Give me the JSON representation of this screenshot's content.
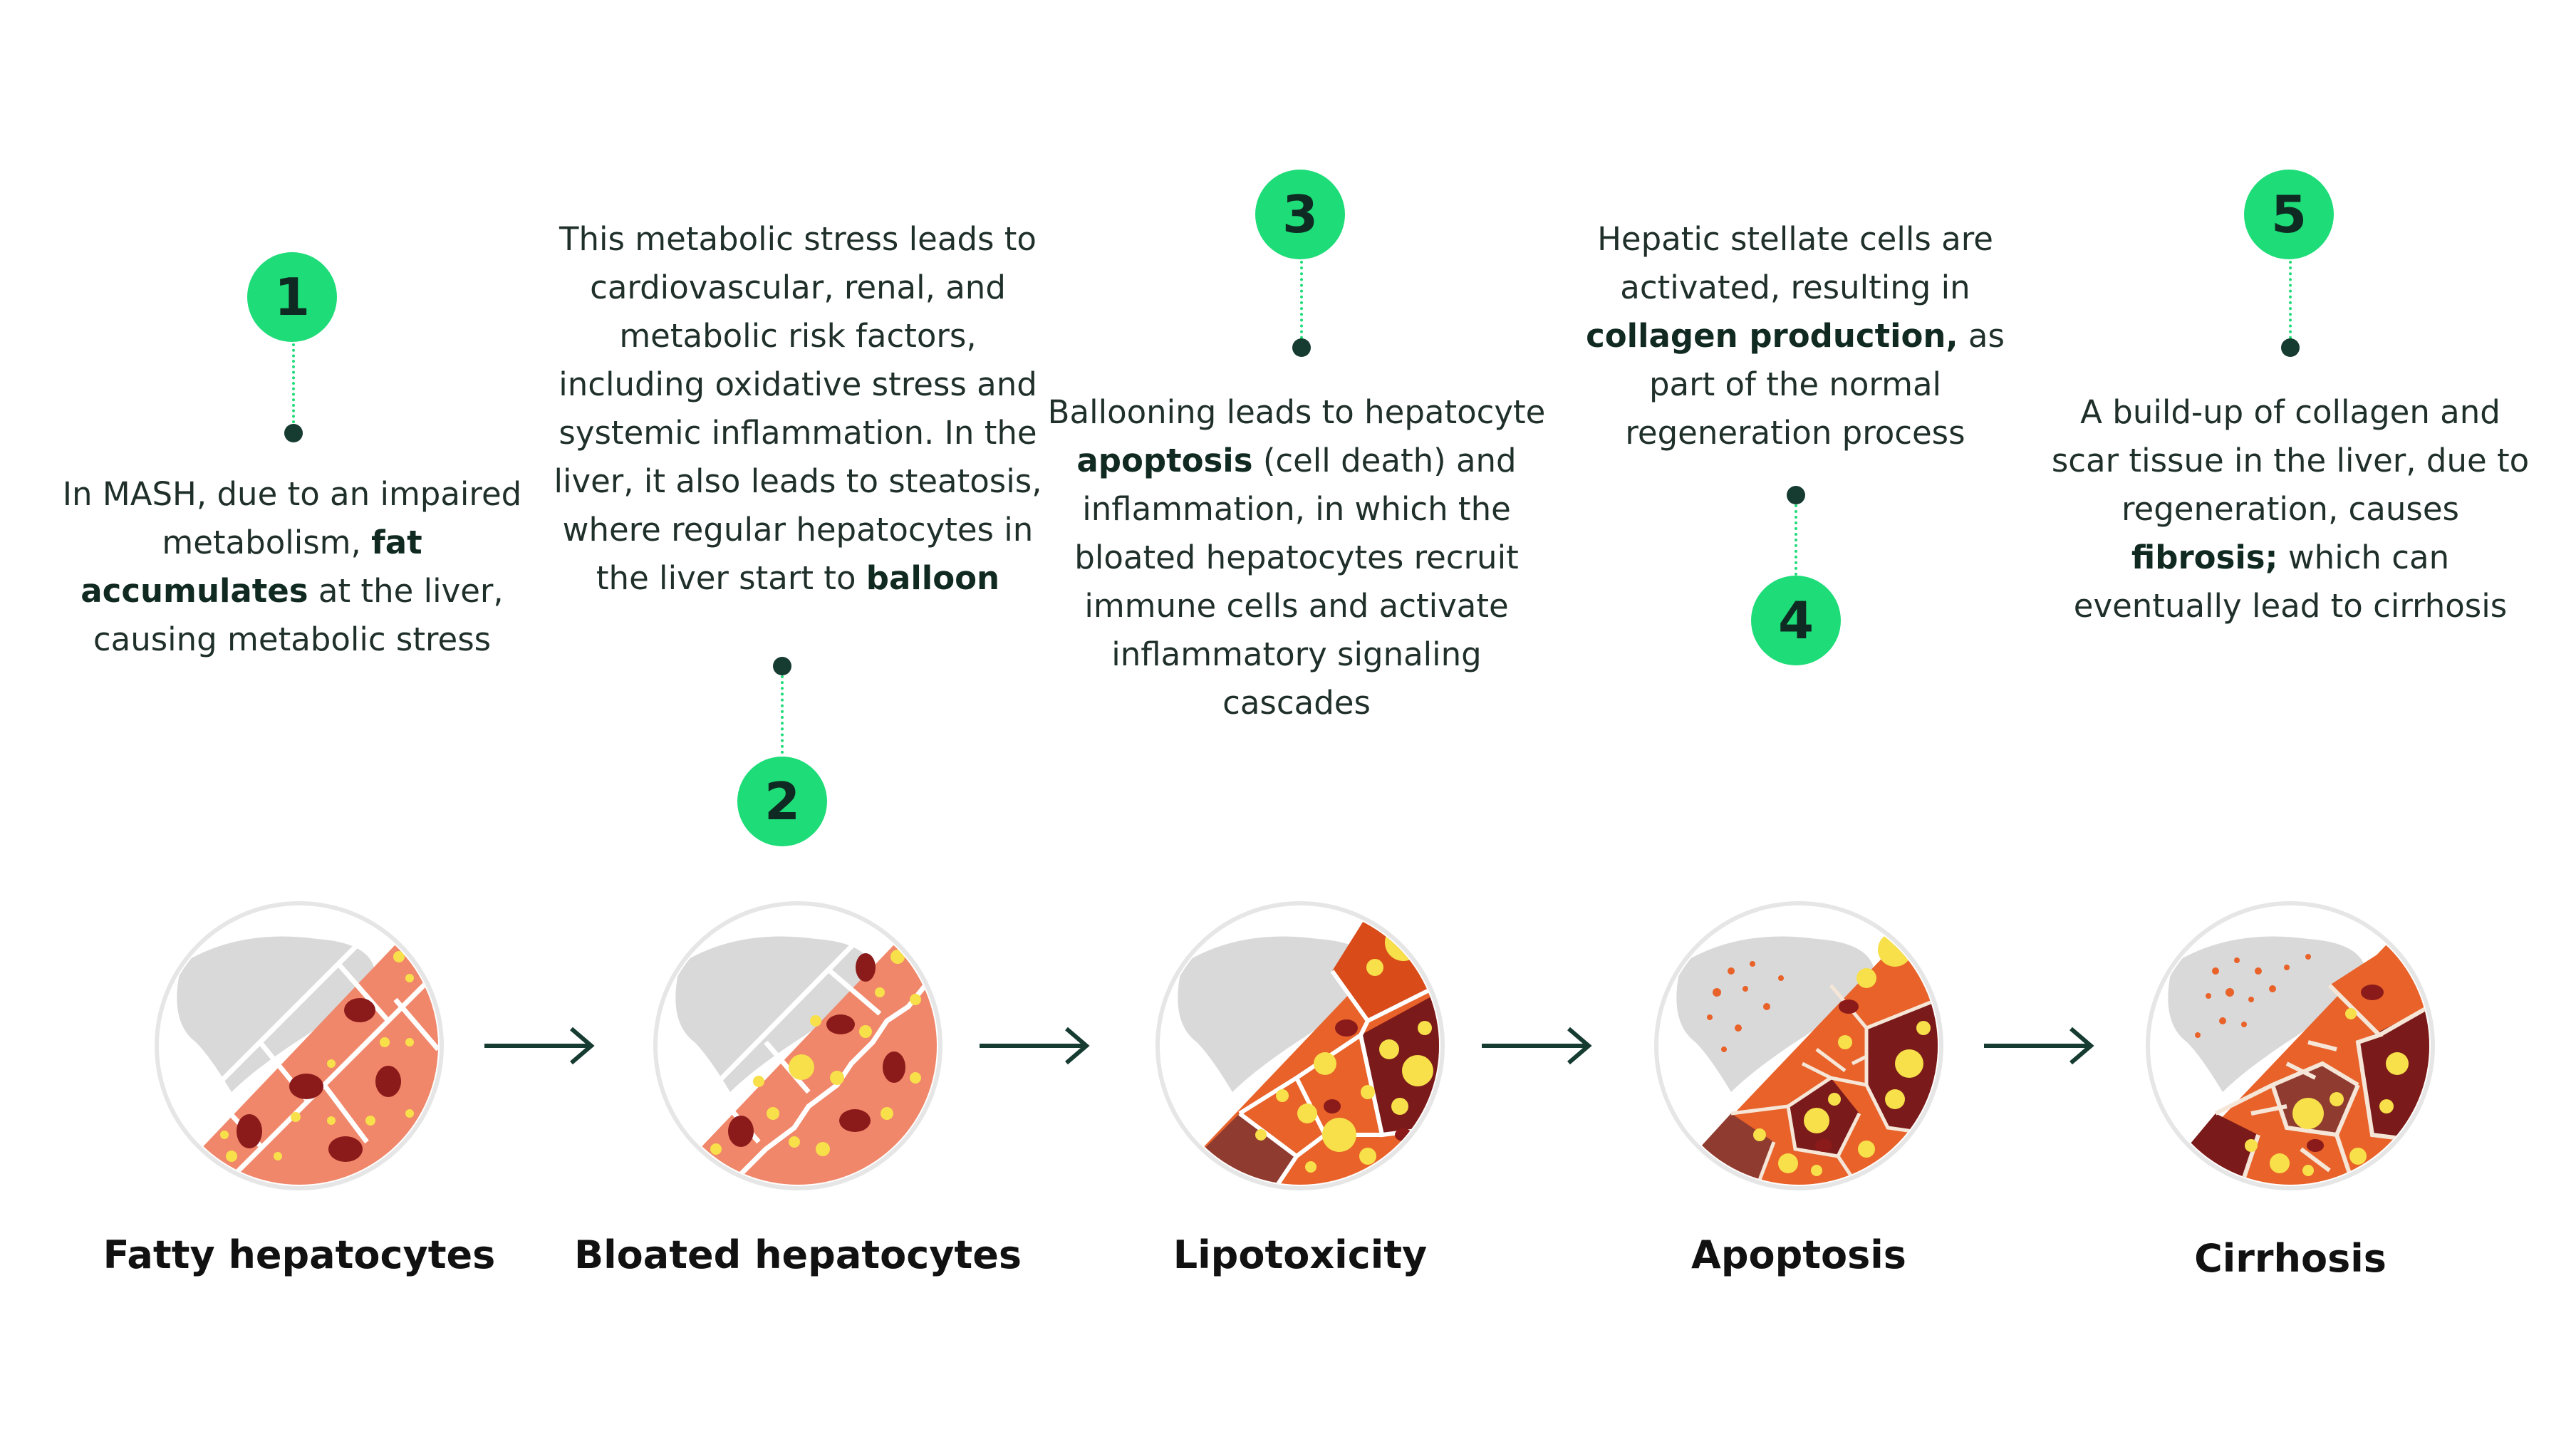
{
  "steps": [
    {
      "number": "1",
      "desc": [
        {
          "t": "In MASH, due to an impaired metabolism, ",
          "b": false
        },
        {
          "t": "fat accumulates",
          "b": true
        },
        {
          "t": " at the liver, causing metabolic stress",
          "b": false
        }
      ],
      "title": "Fatty hepatocytes"
    },
    {
      "number": "2",
      "desc": [
        {
          "t": "This metabolic stress leads to cardiovascular, renal, and metabolic risk factors, including oxidative stress and systemic inflammation. In the liver, it also leads to steatosis, where regular hepatocytes in the liver start to ",
          "b": false
        },
        {
          "t": "balloon",
          "b": true
        }
      ],
      "title": "Bloated hepatocytes"
    },
    {
      "number": "3",
      "desc": [
        {
          "t": "Ballooning leads to hepatocyte ",
          "b": false
        },
        {
          "t": "apoptosis",
          "b": true
        },
        {
          "t": " (cell death) and inflammation, in which the bloated hepatocytes recruit immune cells and activate inflammatory signaling cascades",
          "b": false
        }
      ],
      "title": "Lipotoxicity"
    },
    {
      "number": "4",
      "desc": [
        {
          "t": "Hepatic stellate cells are activated, resulting in ",
          "b": false
        },
        {
          "t": "collagen production,",
          "b": true
        },
        {
          "t": " as part of the normal regeneration process",
          "b": false
        }
      ],
      "title": "Apoptosis"
    },
    {
      "number": "5",
      "desc": [
        {
          "t": "A build-up of collagen and scar tissue in the liver, due to regeneration, causes ",
          "b": false
        },
        {
          "t": "fibrosis;",
          "b": true
        },
        {
          "t": " which can eventually lead to cirrhosis",
          "b": false
        }
      ],
      "title": "Cirrhosis"
    }
  ],
  "colors": {
    "badge": "#1edc78",
    "connector_dot": "#163b31",
    "arrow": "#163b31",
    "liver": "#d9d9d9",
    "cell_healthy": "#f0876a",
    "cell_stressed": "#e8622a",
    "cell_dark": "#7a1a1a",
    "nucleus": "#8b1a1a",
    "lipid": "#f7e04a"
  }
}
